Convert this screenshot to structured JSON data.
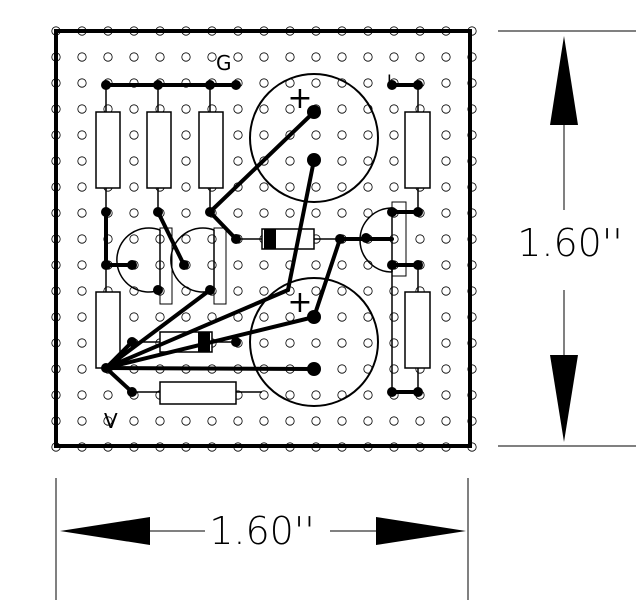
{
  "board": {
    "pin_labels": {
      "ground": "G",
      "voltage": "V",
      "output": "I"
    },
    "polarity_symbol": "+"
  },
  "dimensions": {
    "height_label": "1.60''",
    "width_label": "1.60''"
  },
  "colors": {
    "ink": "#000000",
    "background": "#ffffff"
  }
}
